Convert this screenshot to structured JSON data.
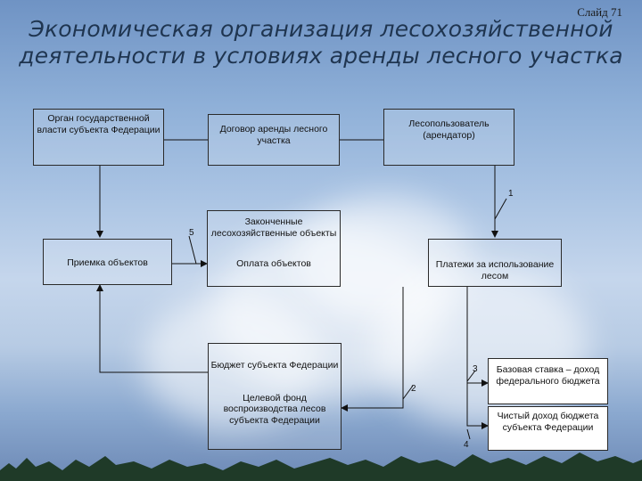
{
  "slide_label": "Слайд 71",
  "title": "Экономическая организация лесохозяйственной деятельности в условиях аренды лесного участка",
  "boxes": {
    "authority": "Орган государственной власти субъекта Федерации",
    "lease_contract": "Договор аренды лесного участка",
    "tenant": "Лесопользователь (арендатор)",
    "completed_objects": "Законченные лесохозяйственные объекты",
    "acceptance": "Приемка объектов",
    "payment_objects": "Оплата объектов",
    "forest_payments": "Платежи за использование лесом",
    "regional_budget": "Бюджет субъекта Федерации",
    "target_fund": "Целевой фонд воспроизводства лесов субъекта Федерации",
    "base_rate": "Базовая ставка – доход федерального бюджета",
    "net_income": "Чистый доход бюджета субъекта Федерации"
  },
  "numbers": {
    "n1": "1",
    "n2": "2",
    "n3": "3",
    "n4": "4",
    "n5": "5"
  }
}
